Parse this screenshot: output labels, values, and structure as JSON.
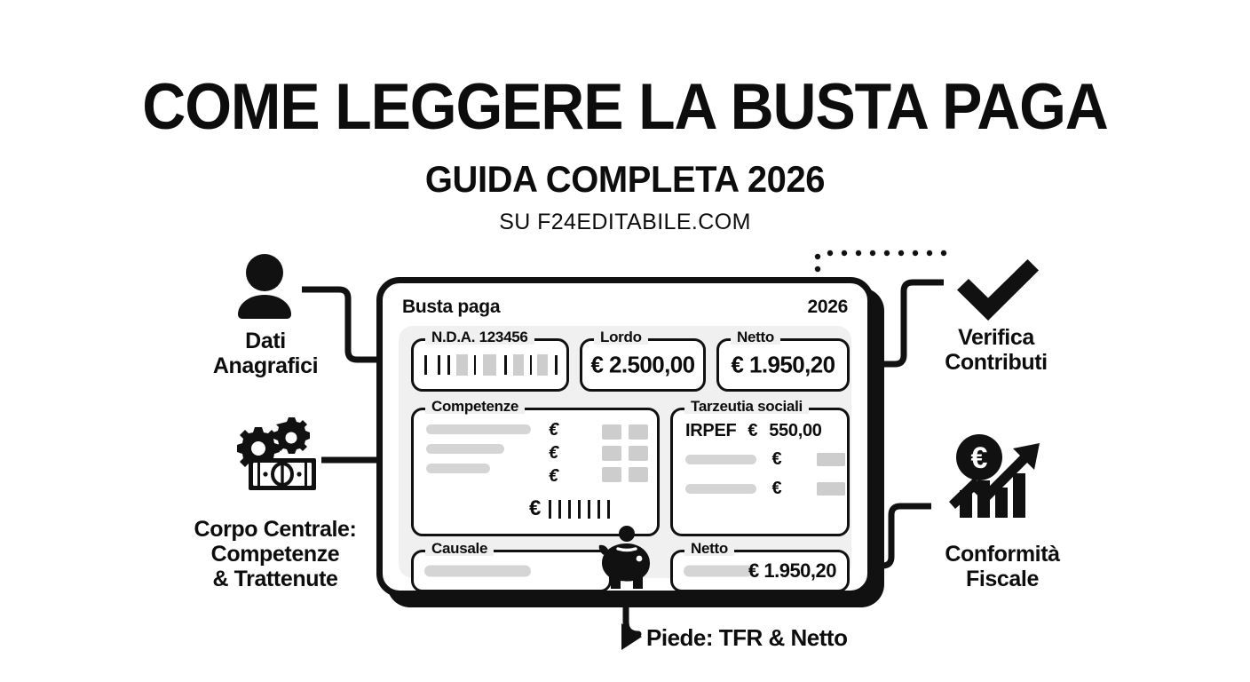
{
  "header": {
    "title": "COME LEGGERE LA BUSTA PAGA",
    "subtitle": "GUIDA COMPLETA 2026",
    "site": "SU F24EDITABILE.COM"
  },
  "card": {
    "doc_title": "Busta paga",
    "year": "2026",
    "row1": [
      {
        "legend": "N.D.A. 123456",
        "value": "",
        "kind": "barcode"
      },
      {
        "legend": "Lordo",
        "value": "€ 2.500,00",
        "kind": "amount"
      },
      {
        "legend": "Netto",
        "value": "€ 1.950,20",
        "kind": "amount"
      }
    ],
    "competenze": {
      "legend": "Competenze",
      "currency_marks": [
        "€",
        "€",
        "€"
      ],
      "total_currency": "€"
    },
    "trattenute": {
      "legend": "Tarzeutia sociali",
      "first_row_label": "IRPEF",
      "first_row_currency": "€",
      "first_row_value": "550,00",
      "currency_marks": [
        "€",
        "€"
      ]
    },
    "row3": [
      {
        "legend": "Causale",
        "value": ""
      },
      {
        "legend": "Netto",
        "value": "€ 1.950,20"
      }
    ]
  },
  "callouts": {
    "top_left": {
      "label": "Dati\nAnagrafici",
      "icon": "person-icon"
    },
    "bottom_left": {
      "label": "Corpo Centrale:\nCompetenze\n& Trattenute",
      "icon": "gears-money-icon"
    },
    "top_right": {
      "label": "Verifica\nContributi",
      "icon": "checkmark-icon"
    },
    "bottom_right": {
      "label": "Conformità\nFiscale",
      "icon": "euro-growth-chart-icon"
    },
    "bottom_center": {
      "label": "Piede: TFR & Netto",
      "icon": "piggy-bank-icon"
    }
  },
  "colors": {
    "ink": "#111111",
    "sheet": "#f0f0f0",
    "placeholder": "#d5d5d5",
    "swatch": "#cdcdcd",
    "page": "#ffffff"
  }
}
